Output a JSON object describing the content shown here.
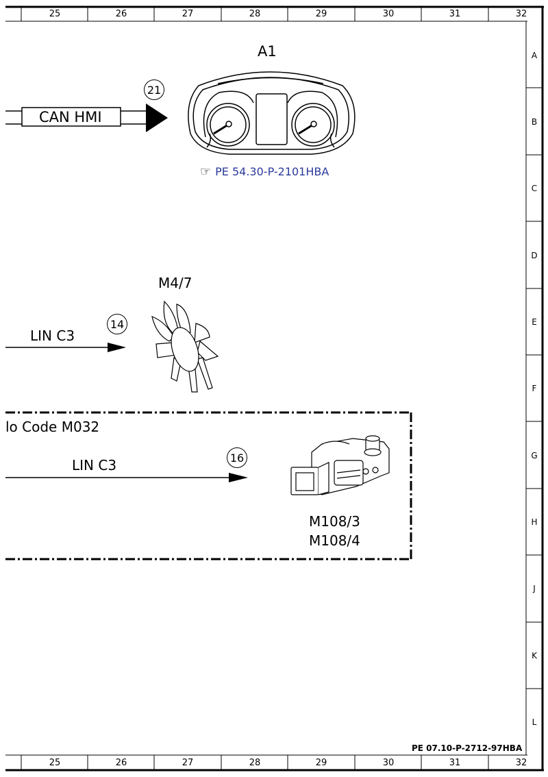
{
  "grid": {
    "columns": [
      "25",
      "26",
      "27",
      "28",
      "29",
      "30",
      "31",
      "32"
    ],
    "rows": [
      "A",
      "B",
      "C",
      "D",
      "E",
      "F",
      "G",
      "H",
      "J",
      "K",
      "L"
    ]
  },
  "components": {
    "cluster": {
      "label": "A1",
      "bus_label": "CAN HMI",
      "connector": "21",
      "reference": "PE 54.30-P-2101HBA",
      "reference_icon": "pointing-hand-icon"
    },
    "fan": {
      "label": "M4/7",
      "bus_label": "LIN C3",
      "connector": "14"
    },
    "actuator": {
      "box_label": "lo Code M032",
      "bus_label": "LIN C3",
      "connector": "16",
      "label_1": "M108/3",
      "label_2": "M108/4"
    }
  },
  "footer": {
    "document_id": "PE 07.10-P-2712-97HBA"
  }
}
